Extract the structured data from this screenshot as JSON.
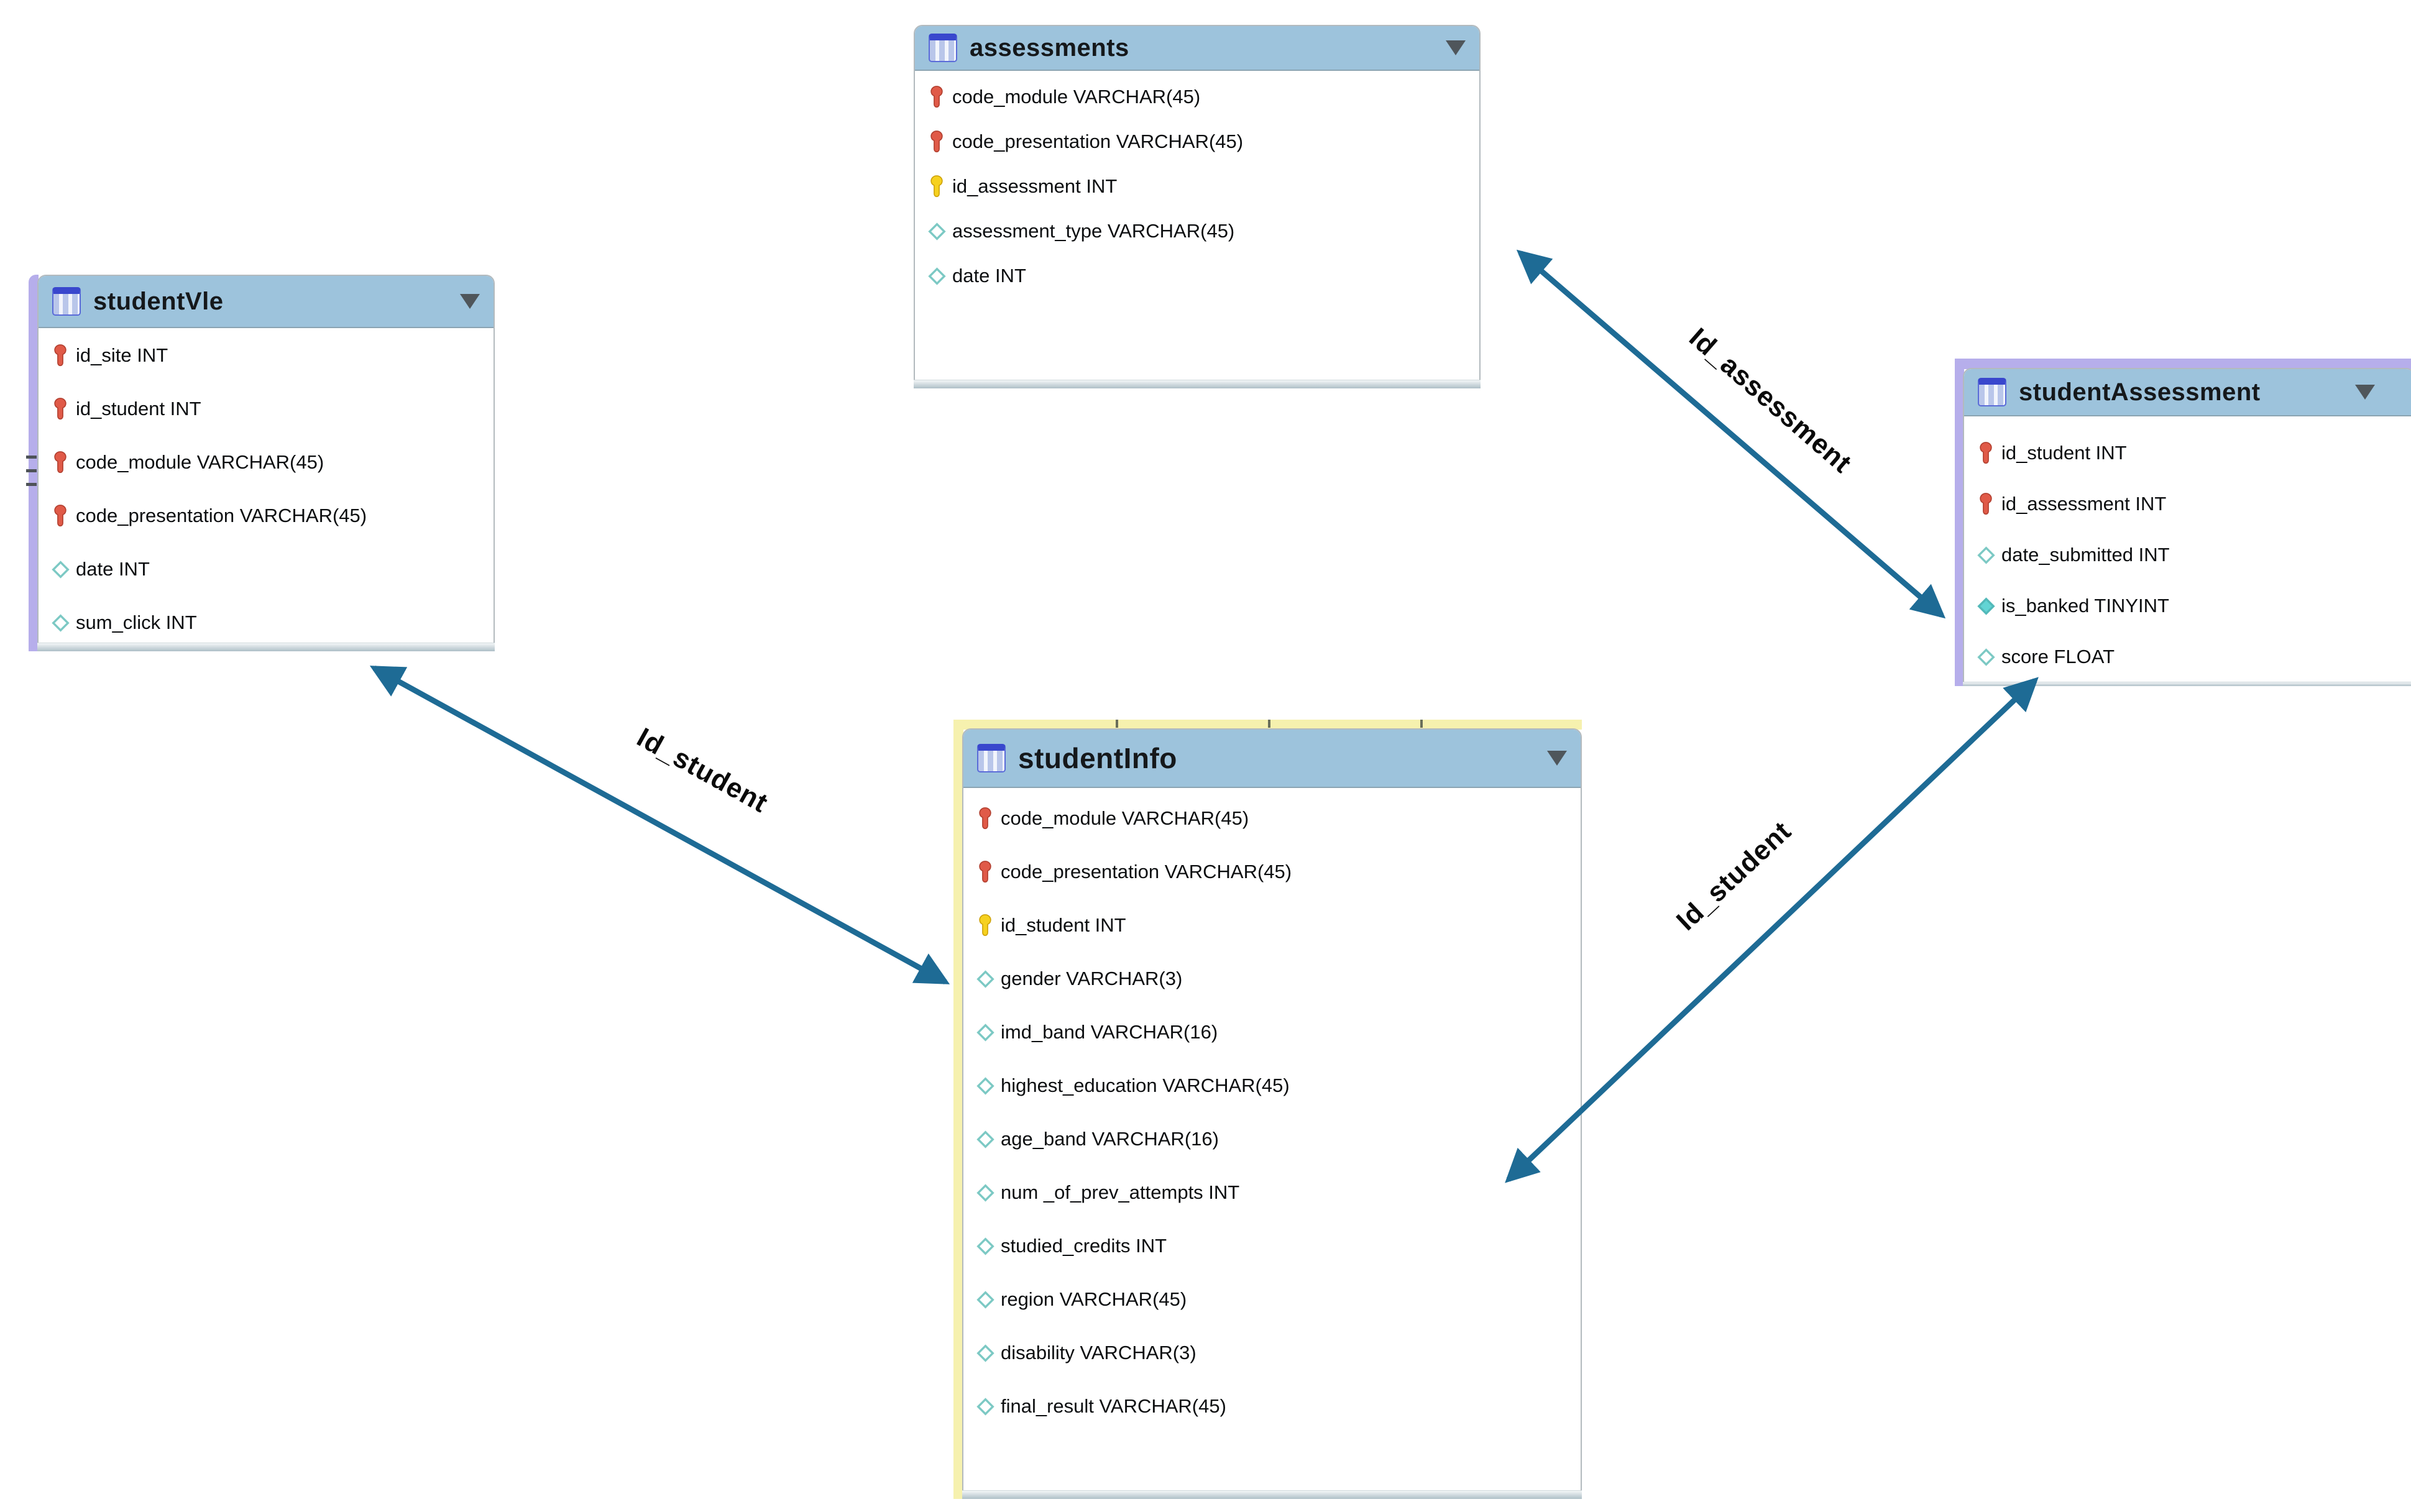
{
  "diagram": {
    "tables": {
      "studentVle": {
        "title": "studentVle",
        "fields": [
          {
            "icon": "key-red",
            "label": "id_site INT"
          },
          {
            "icon": "key-red",
            "label": "id_student INT"
          },
          {
            "icon": "key-red",
            "label": "code_module VARCHAR(45)"
          },
          {
            "icon": "key-red",
            "label": "code_presentation VARCHAR(45)"
          },
          {
            "icon": "diamond",
            "label": "date INT"
          },
          {
            "icon": "diamond",
            "label": "sum_click INT"
          }
        ]
      },
      "assessments": {
        "title": "assessments",
        "fields": [
          {
            "icon": "key-red",
            "label": "code_module VARCHAR(45)"
          },
          {
            "icon": "key-red",
            "label": "code_presentation VARCHAR(45)"
          },
          {
            "icon": "key-yellow",
            "label": "id_assessment INT"
          },
          {
            "icon": "diamond",
            "label": "assessment_type VARCHAR(45)"
          },
          {
            "icon": "diamond",
            "label": "date INT"
          }
        ]
      },
      "studentAssessment": {
        "title": "studentAssessment",
        "fields": [
          {
            "icon": "key-red",
            "label": "id_student INT"
          },
          {
            "icon": "key-red",
            "label": "id_assessment INT"
          },
          {
            "icon": "diamond",
            "label": "date_submitted INT"
          },
          {
            "icon": "diamond-filled",
            "label": "is_banked TINYINT"
          },
          {
            "icon": "diamond",
            "label": "score FLOAT"
          }
        ]
      },
      "studentInfo": {
        "title": "studentInfo",
        "fields": [
          {
            "icon": "key-red",
            "label": "code_module VARCHAR(45)"
          },
          {
            "icon": "key-red",
            "label": "code_presentation VARCHAR(45)"
          },
          {
            "icon": "key-yellow",
            "label": "id_student INT"
          },
          {
            "icon": "diamond",
            "label": "gender VARCHAR(3)"
          },
          {
            "icon": "diamond",
            "label": "imd_band VARCHAR(16)"
          },
          {
            "icon": "diamond",
            "label": "highest_education VARCHAR(45)"
          },
          {
            "icon": "diamond",
            "label": "age_band VARCHAR(16)"
          },
          {
            "icon": "diamond",
            "label": "num _of_prev_attempts INT"
          },
          {
            "icon": "diamond",
            "label": "studied_credits INT"
          },
          {
            "icon": "diamond",
            "label": "region VARCHAR(45)"
          },
          {
            "icon": "diamond",
            "label": "disability VARCHAR(3)"
          },
          {
            "icon": "diamond",
            "label": "final_result VARCHAR(45)"
          }
        ]
      }
    },
    "relationships": [
      {
        "label": "Id_assessment",
        "from": "assessments",
        "to": "studentAssessment"
      },
      {
        "label": "Id_student",
        "from": "studentVle",
        "to": "studentInfo"
      },
      {
        "label": "Id_student",
        "from": "studentInfo",
        "to": "studentAssessment"
      }
    ],
    "colors": {
      "table_header": "#9dc3dc",
      "layer_lavender": "#b6aeeb",
      "layer_yellow": "#f6f1ae",
      "arrow": "#1e6b95",
      "key_primary": "#e05a48",
      "key_yellow": "#f6d11f",
      "diamond_outline": "#7cc9c4",
      "diamond_filled": "#62d4d4"
    }
  }
}
